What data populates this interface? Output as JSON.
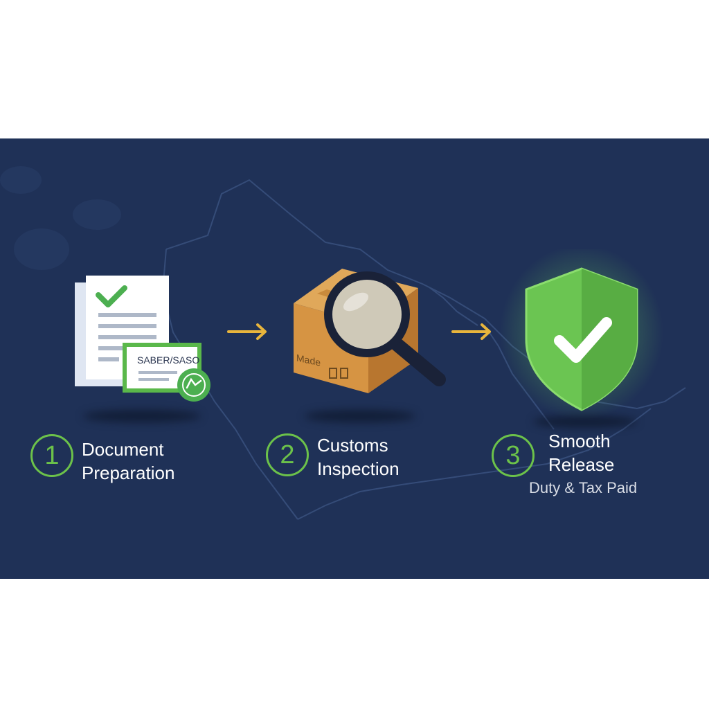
{
  "steps": [
    {
      "number": "1",
      "title_line1": "Document",
      "title_line2": "Preparation",
      "icon": "document-certificate-icon",
      "certificate_label": "SABER/SASO"
    },
    {
      "number": "2",
      "title_line1": "Customs",
      "title_line2": "Inspection",
      "icon": "box-magnifier-icon",
      "box_label": "Made"
    },
    {
      "number": "3",
      "title_line1": "Smooth",
      "title_line2": "Release",
      "subtitle": "Duty & Tax Paid",
      "icon": "shield-check-icon"
    }
  ],
  "colors": {
    "background": "#1f3157",
    "accent_green": "#6cc24a",
    "arrow": "#e8b53c",
    "text": "#ffffff"
  }
}
